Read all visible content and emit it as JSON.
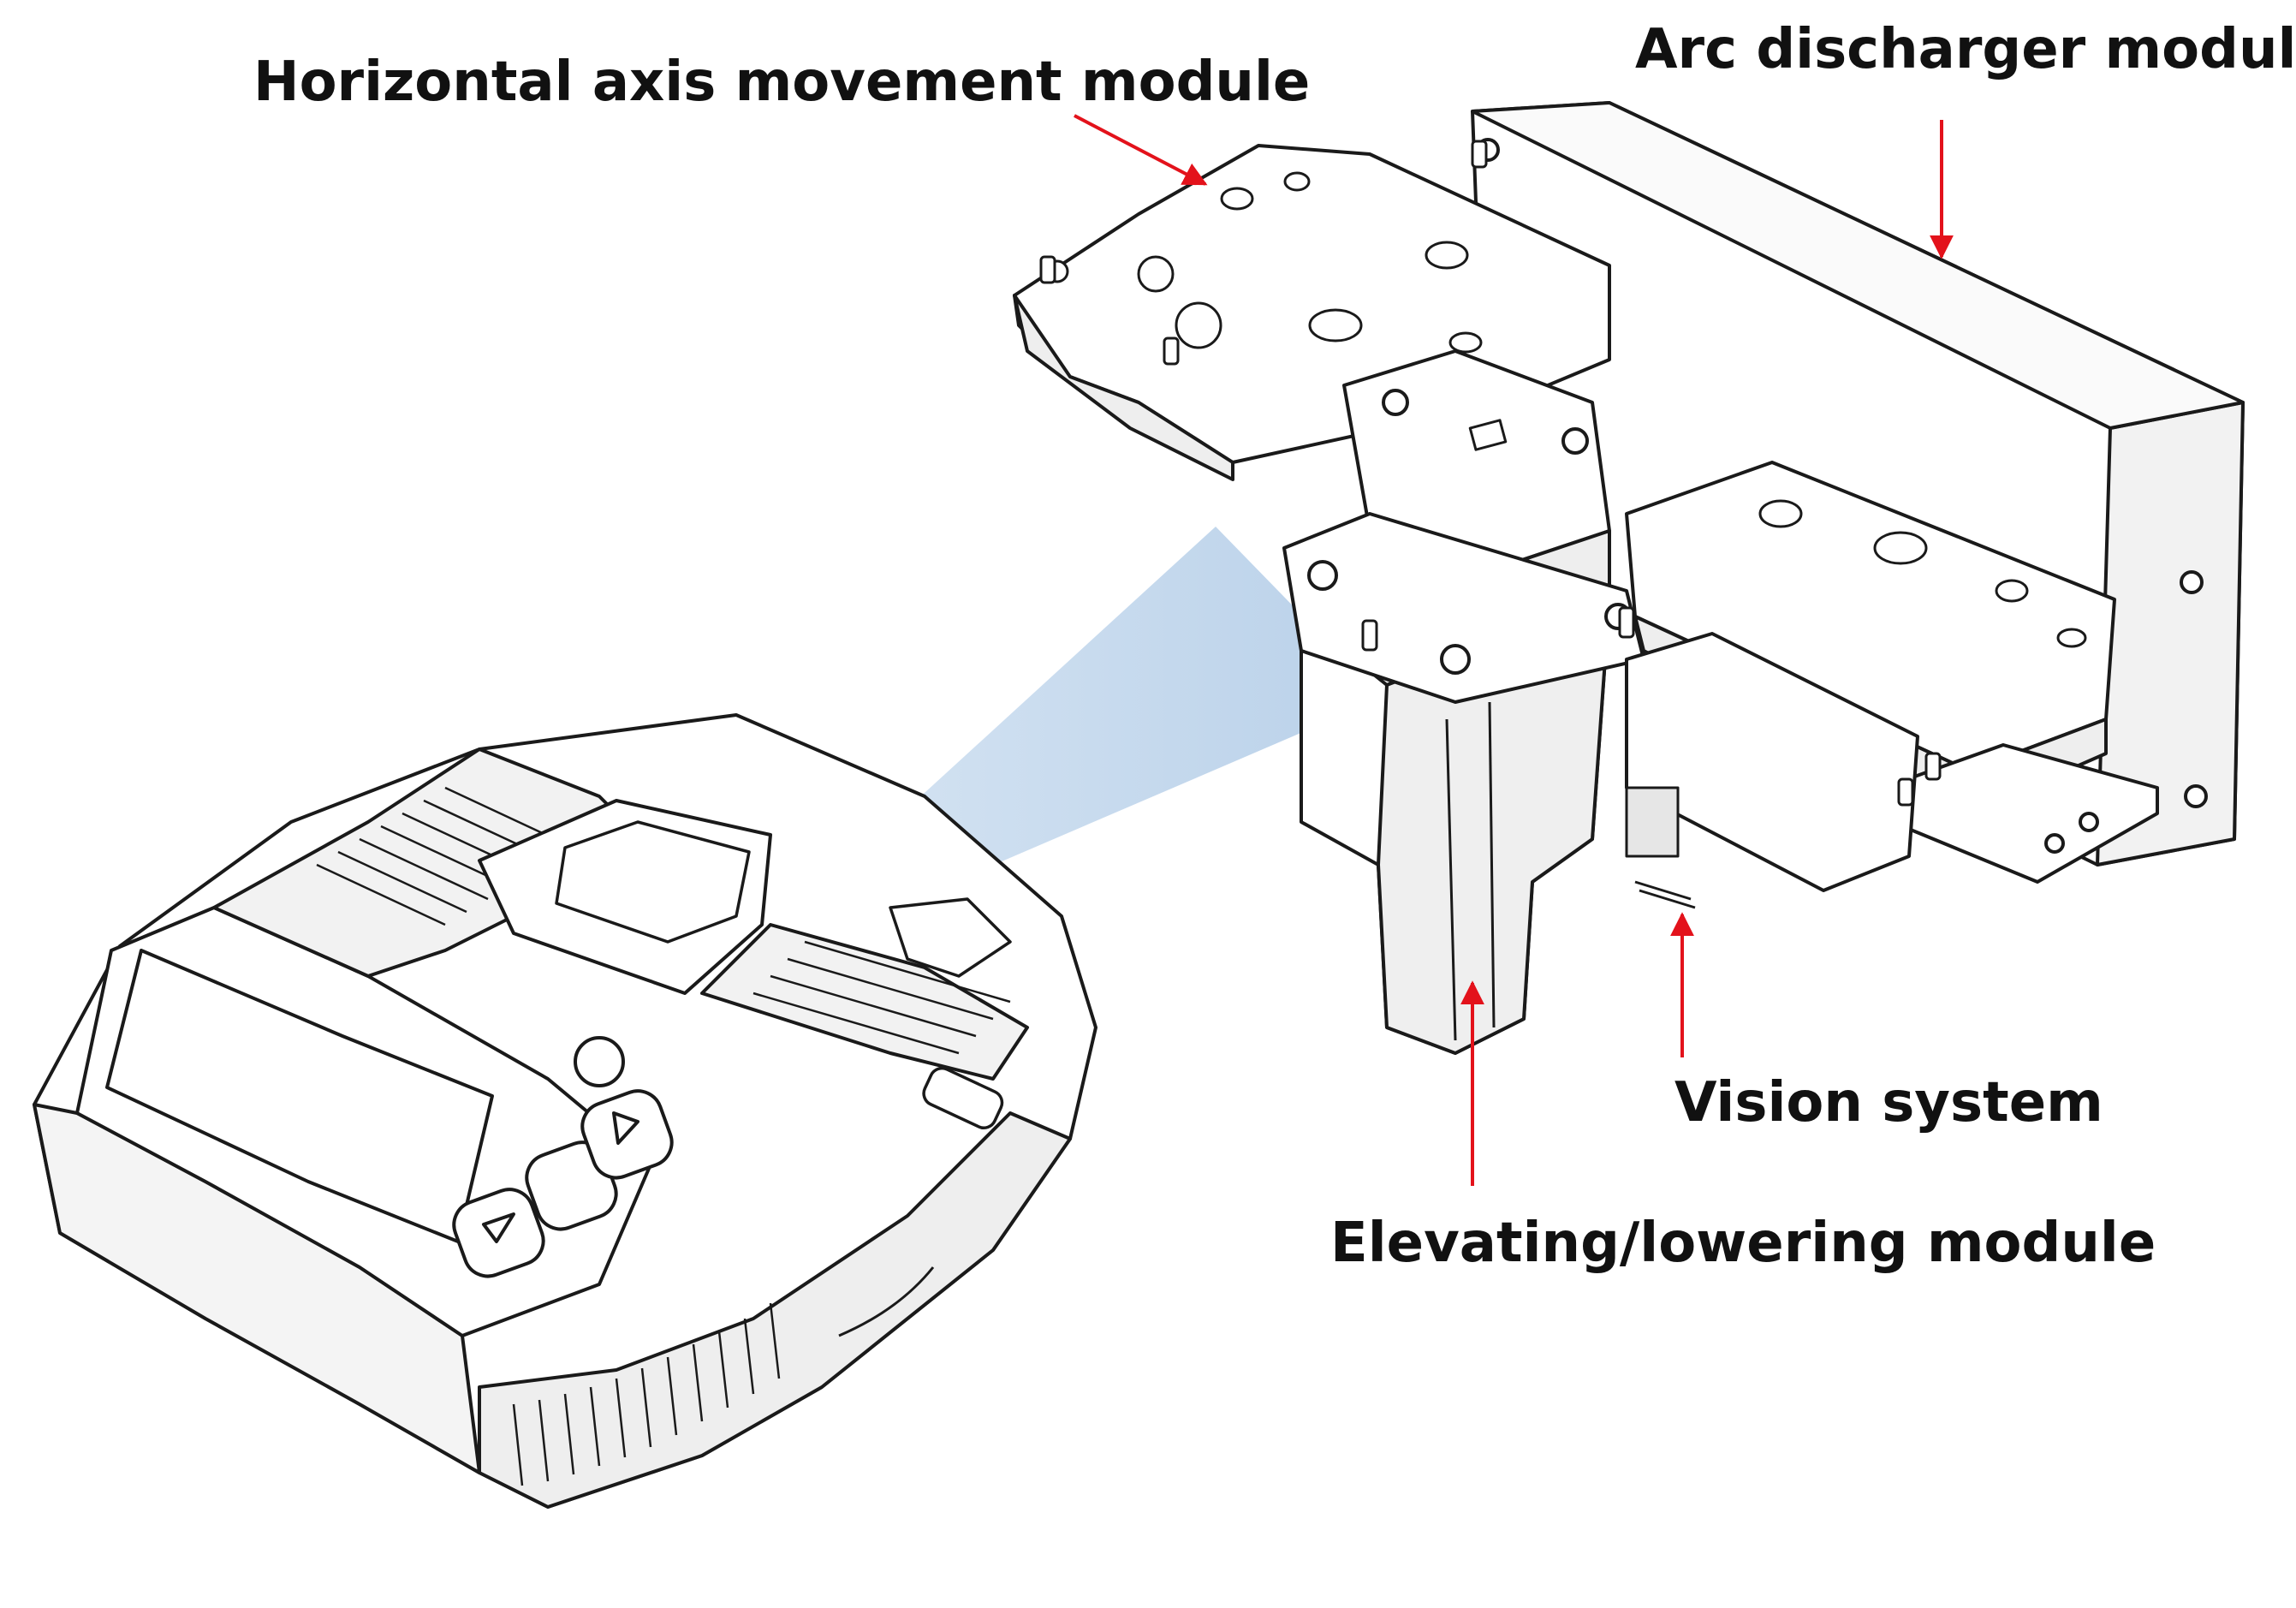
{
  "figure": {
    "labels": {
      "horizontal_axis": "Horizontal axis movement module",
      "arc_discharger": "Arc discharger module",
      "vision_system": "Vision system",
      "elevating_lowering": "Elevating/lowering module"
    },
    "colors": {
      "arrow": "#e3121b",
      "beam": "#bcd3ea",
      "outline": "#1a1a1a",
      "fill": "#ffffff",
      "shade": "#e6e6e6"
    }
  }
}
